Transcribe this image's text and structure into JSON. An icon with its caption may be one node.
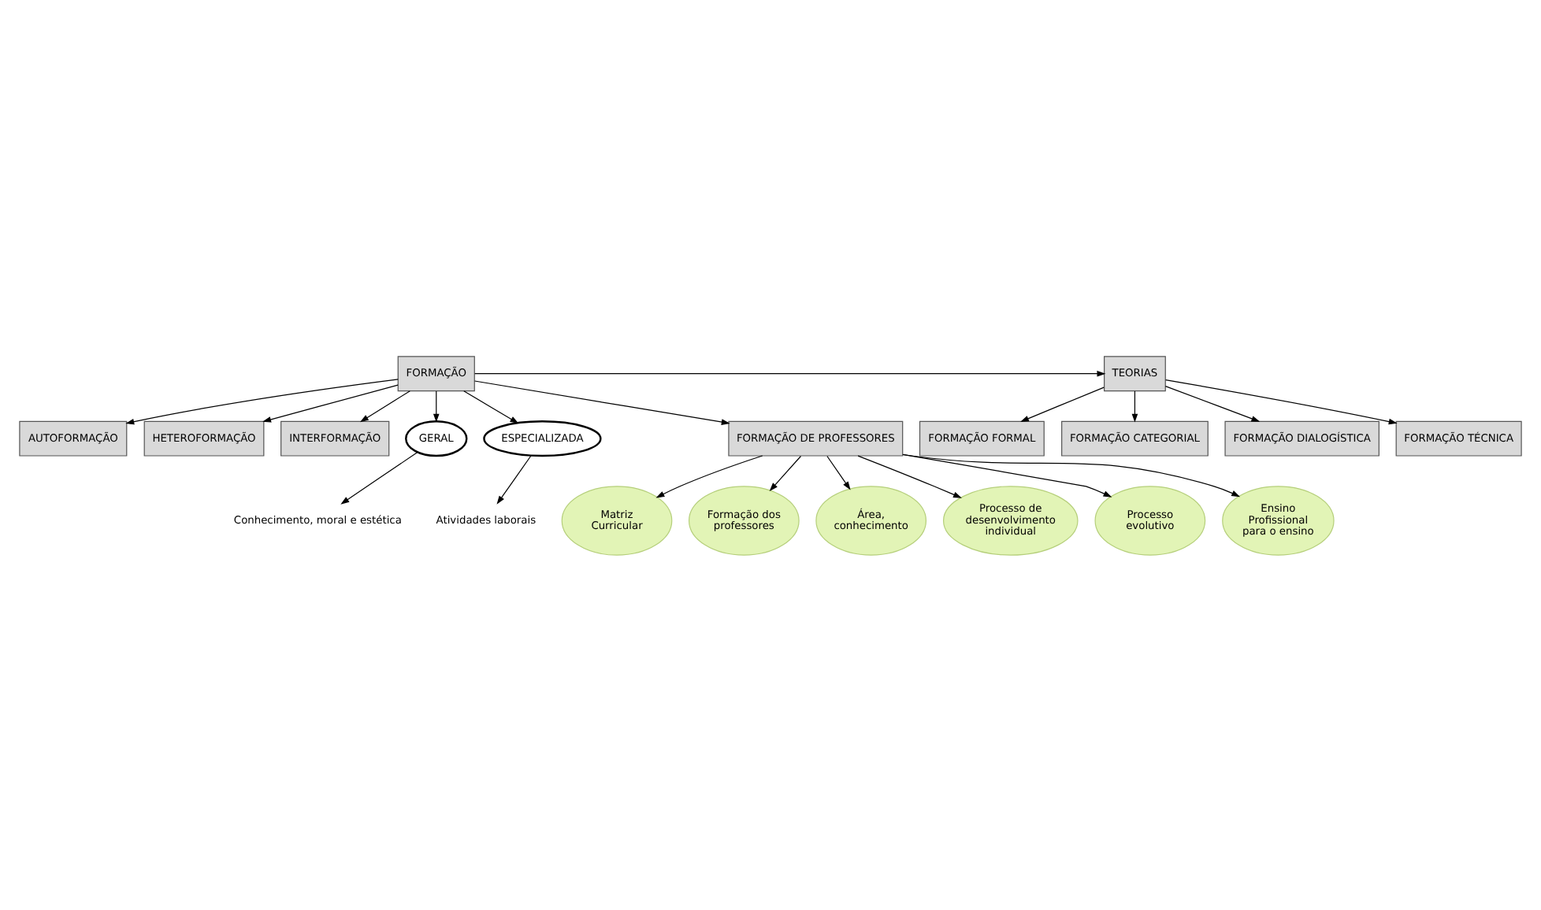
{
  "diagram": {
    "nodes": [
      {
        "text": [
          "FORMAÇÃO"
        ]
      },
      {
        "text": [
          "AUTOFORMAÇÃO"
        ]
      },
      {
        "text": [
          "HETEROFORMAÇÃO"
        ]
      },
      {
        "text": [
          "INTERFORMAÇÃO"
        ]
      },
      {
        "text": [
          "TEORIAS"
        ]
      },
      {
        "text": [
          "FORMAÇÃO FORMAL"
        ]
      },
      {
        "text": [
          "FORMAÇÃO CATEGORIAL"
        ]
      },
      {
        "text": [
          "FORMAÇÃO DIALOGÍSTICA"
        ]
      },
      {
        "text": [
          "FORMAÇÃO TÉCNICA"
        ]
      },
      {
        "text": [
          "GERAL"
        ]
      },
      {
        "text": [
          "ESPECIALIZADA"
        ]
      },
      {
        "text": [
          "Conhecimento, moral e estética"
        ]
      },
      {
        "text": [
          "Atividades laborais"
        ]
      },
      {
        "text": [
          "FORMAÇÃO DE PROFESSORES"
        ]
      },
      {
        "text": [
          "Matriz Curricular"
        ]
      },
      {
        "text": [
          "Formação dos professores"
        ]
      },
      {
        "text": [
          "Área, conhecimento"
        ]
      },
      {
        "text": [
          "Processo de desenvolvimento individual"
        ]
      },
      {
        "text": [
          "Processo evolutivo"
        ]
      },
      {
        "text": [
          "Ensino Profissional para o ensino"
        ]
      }
    ],
    "edges": [
      {
        "from": 0,
        "to": 1,
        "arrow": "to"
      },
      {
        "from": 0,
        "to": 2,
        "arrow": "to"
      },
      {
        "from": 0,
        "to": 3,
        "arrow": "to"
      },
      {
        "from": 0,
        "to": 4,
        "arrow": "to"
      },
      {
        "from": 4,
        "to": 5,
        "arrow": "to"
      },
      {
        "from": 4,
        "to": 6,
        "arrow": "to"
      },
      {
        "from": 4,
        "to": 7,
        "arrow": "to"
      },
      {
        "from": 4,
        "to": 8,
        "arrow": "to"
      },
      {
        "from": 0,
        "to": 9,
        "arrow": "to"
      },
      {
        "from": 0,
        "to": 10,
        "arrow": "to"
      },
      {
        "from": 9,
        "to": 11,
        "arrow": "to"
      },
      {
        "from": 10,
        "to": 12,
        "arrow": "to"
      },
      {
        "from": 0,
        "to": 13,
        "arrow": "to"
      },
      {
        "from": 13,
        "to": 14,
        "arrow": "to"
      },
      {
        "from": 13,
        "to": 15,
        "arrow": "to"
      },
      {
        "from": 13,
        "to": 16,
        "arrow": "to"
      },
      {
        "from": 13,
        "to": 17,
        "arrow": "to"
      },
      {
        "from": 13,
        "to": 18,
        "arrow": "to"
      },
      {
        "from": 13,
        "to": 19,
        "arrow": "to"
      }
    ]
  }
}
